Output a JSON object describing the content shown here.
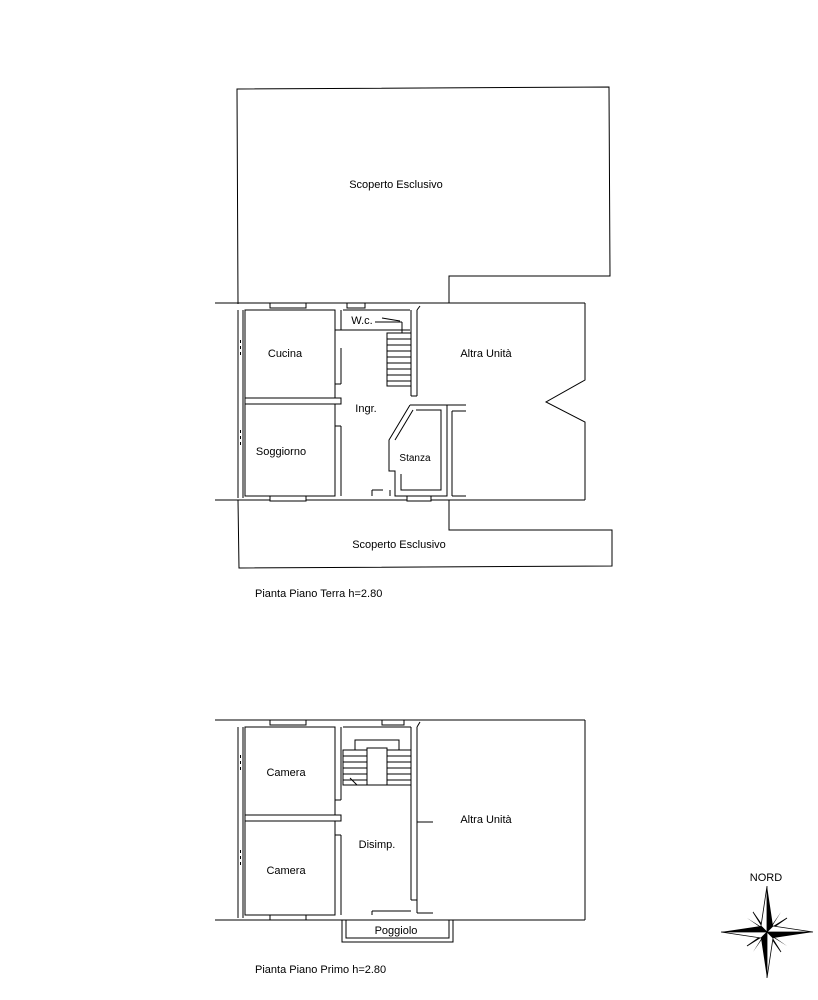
{
  "ground_floor": {
    "caption": "Pianta Piano Terra h=2.80",
    "rooms": {
      "scoperto_top": "Scoperto Esclusivo",
      "cucina": "Cucina",
      "soggiorno": "Soggiorno",
      "wc": "W.c.",
      "ingresso": "Ingr.",
      "stanza": "Stanza",
      "altra_unita": "Altra Unità",
      "scoperto_bottom": "Scoperto Esclusivo"
    }
  },
  "first_floor": {
    "caption": "Pianta Piano Primo h=2.80",
    "rooms": {
      "camera_top": "Camera",
      "camera_bottom": "Camera",
      "disimpegno": "Disimp.",
      "altra_unita": "Altra Unità",
      "poggiolo": "Poggiolo"
    }
  },
  "compass": {
    "label": "NORD",
    "icon": "compass-rose-icon"
  }
}
